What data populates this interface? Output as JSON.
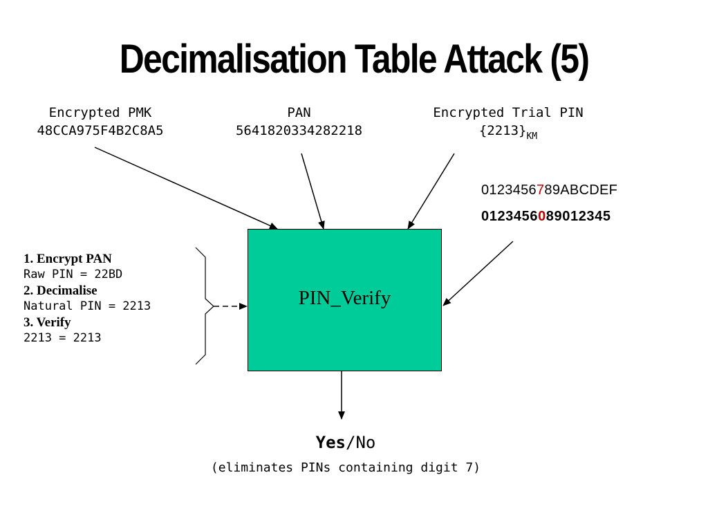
{
  "title": "Decimalisation Table Attack (5)",
  "inputs": {
    "pmk": {
      "label": "Encrypted PMK",
      "value": "48CCA975F4B2C8A5"
    },
    "pan": {
      "label": "PAN",
      "value": "5641820334282218"
    },
    "trial_pin": {
      "label": "Encrypted Trial PIN",
      "value": "{2213}",
      "subscript": "KM"
    }
  },
  "decimalisation": {
    "hex_row": {
      "before": "0123456",
      "highlight": "7",
      "after": "89ABCDEF"
    },
    "dec_row": {
      "before": "0123456",
      "highlight": "0",
      "after": "89012345"
    },
    "highlight_color": "#c00000"
  },
  "box": {
    "label": "PIN_Verify",
    "fill_color": "#00cc99"
  },
  "steps": [
    {
      "title": "1. Encrypt PAN",
      "detail": "Raw PIN = 22BD"
    },
    {
      "title": "2. Decimalise",
      "detail": "Natural PIN = 2213"
    },
    {
      "title": "3. Verify",
      "detail": "2213 = 2213"
    }
  ],
  "result": {
    "yes": "Yes",
    "separator": "/",
    "no": "No",
    "note": "(eliminates PINs containing digit 7)"
  }
}
